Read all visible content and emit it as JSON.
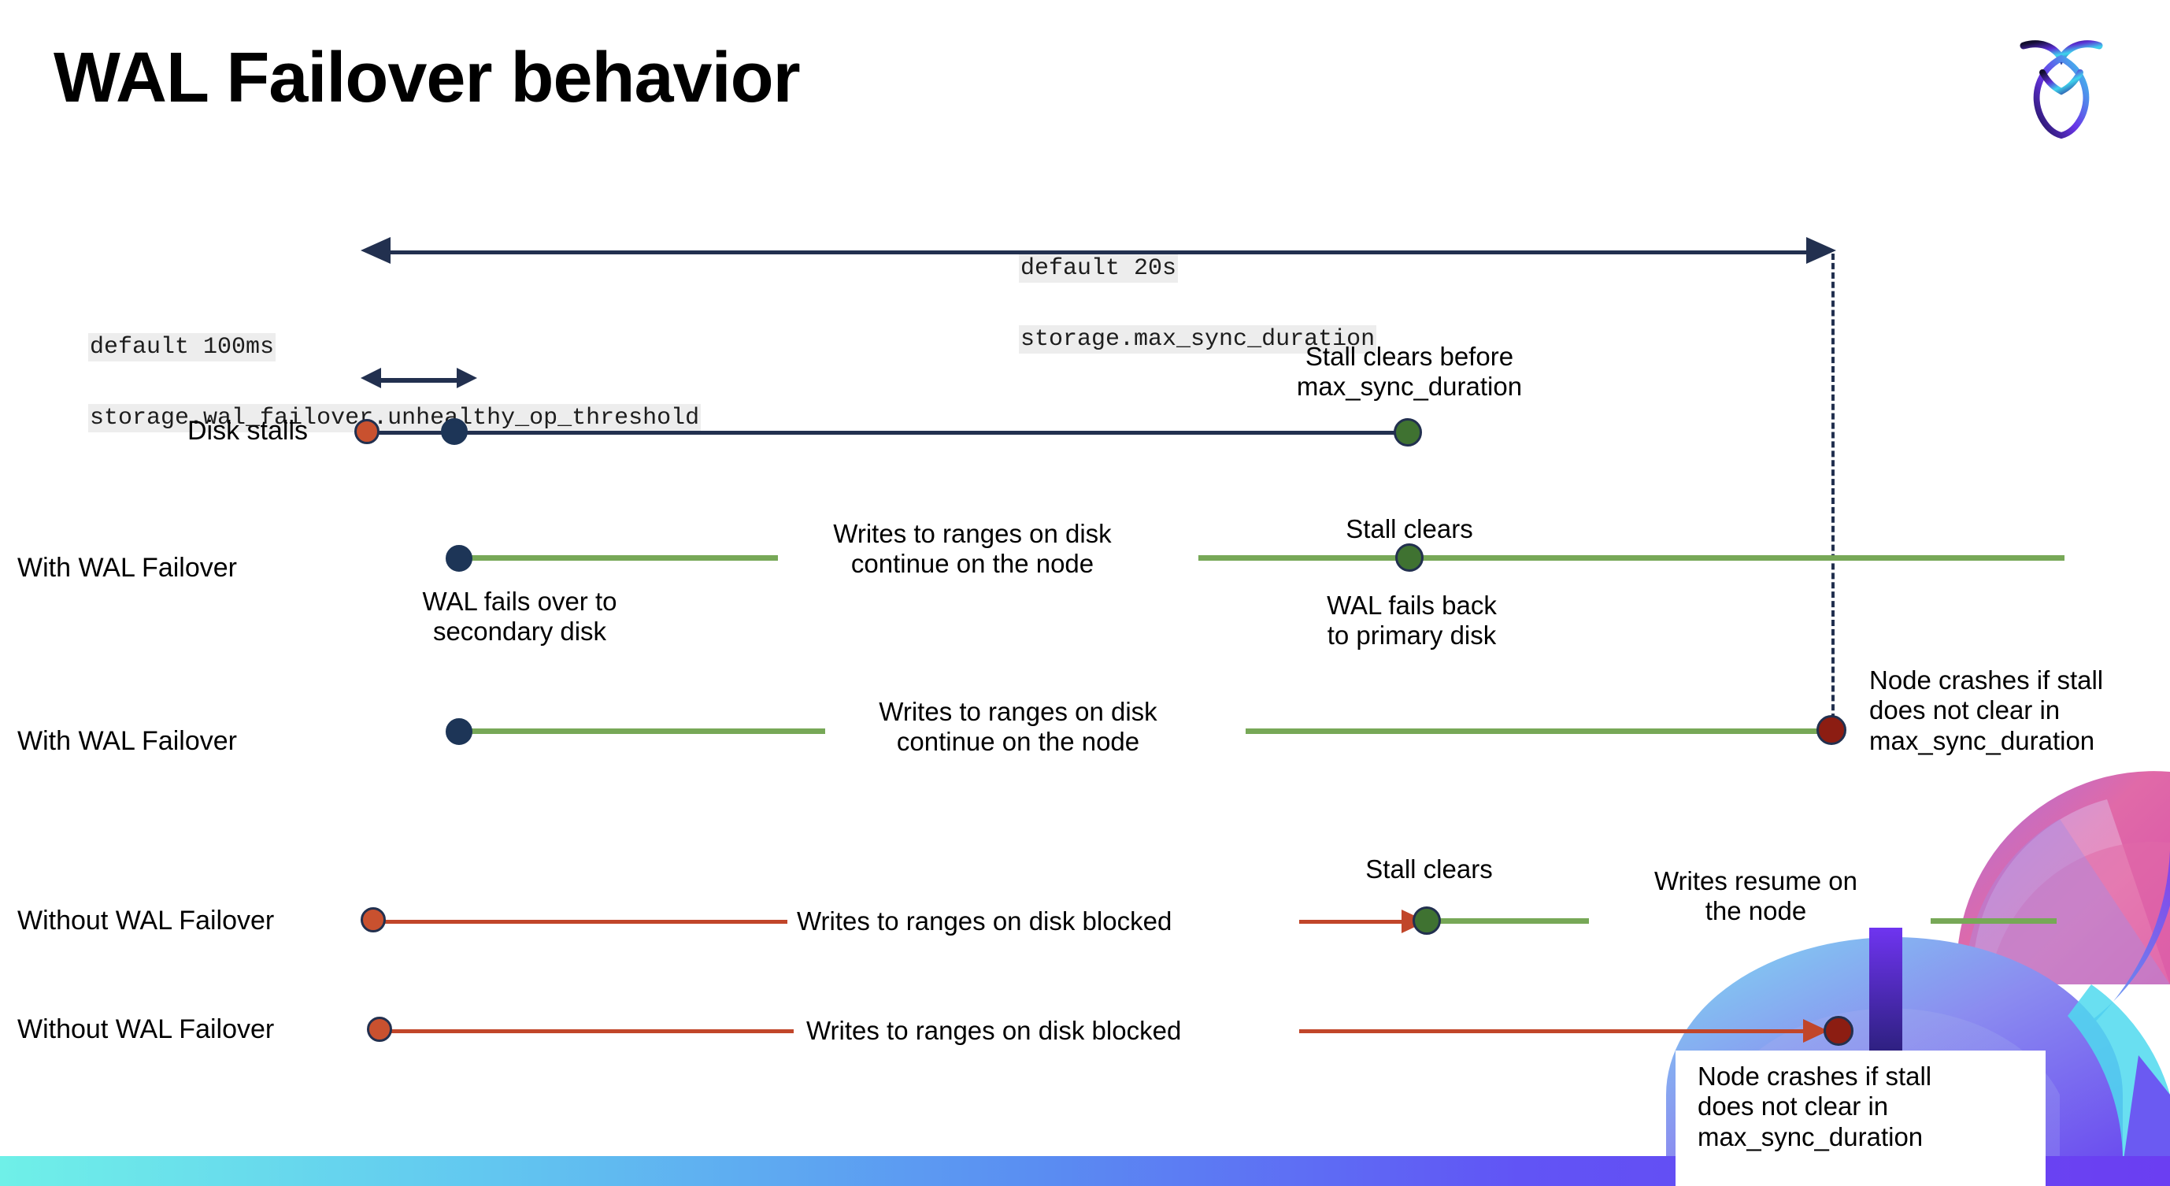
{
  "slide": {
    "title": "WAL Failover behavior",
    "logo_icon": "cockroachdb-logo",
    "background": "#ffffff",
    "bottom_bar_gradient": [
      "#6ff0e8",
      "#62c8f0",
      "#5a8df2",
      "#6154f5",
      "#6b3ef2"
    ]
  },
  "colors": {
    "navy": "#22304f",
    "navy_dot": "#1d3557",
    "green_line": "#77a857",
    "green_dot": "#3f7231",
    "red_line": "#c1462a",
    "red_dot_dark": "#8c1d12",
    "orange_dot": "#c9512f",
    "code_bg": "#ededed"
  },
  "settings": {
    "max_sync_duration": {
      "default_line": "default 20s",
      "name_line": "storage.max_sync_duration"
    },
    "unhealthy_op_threshold": {
      "default_line": "default 100ms",
      "name_line": "storage.wal_failover.unhealthy_op_threshold"
    }
  },
  "rows": {
    "disk_stalls": {
      "label": "Disk stalls",
      "annotation": "Stall clears before\nmax_sync_duration"
    },
    "with_failover_recovers": {
      "label": "With WAL Failover",
      "start_note": "WAL fails over to\nsecondary disk",
      "middle_note": "Writes to ranges on disk\ncontinue on the node",
      "clear_note": "Stall clears",
      "back_note": "WAL fails  back\nto primary disk"
    },
    "with_failover_crashes": {
      "label": "With WAL Failover",
      "middle_note": "Writes to ranges on disk\ncontinue on the node",
      "crash_note": "Node crashes if stall\ndoes not clear in\nmax_sync_duration"
    },
    "without_failover_recovers": {
      "label": "Without WAL Failover",
      "blocked_note": "Writes to ranges on disk  blocked",
      "clear_note": "Stall clears",
      "resume_note": "Writes resume on\nthe node"
    },
    "without_failover_crashes": {
      "label": "Without WAL Failover",
      "blocked_note": "Writes to ranges on disk  blocked",
      "crash_note": "Node crashes if stall\ndoes not clear in\nmax_sync_duration"
    }
  }
}
